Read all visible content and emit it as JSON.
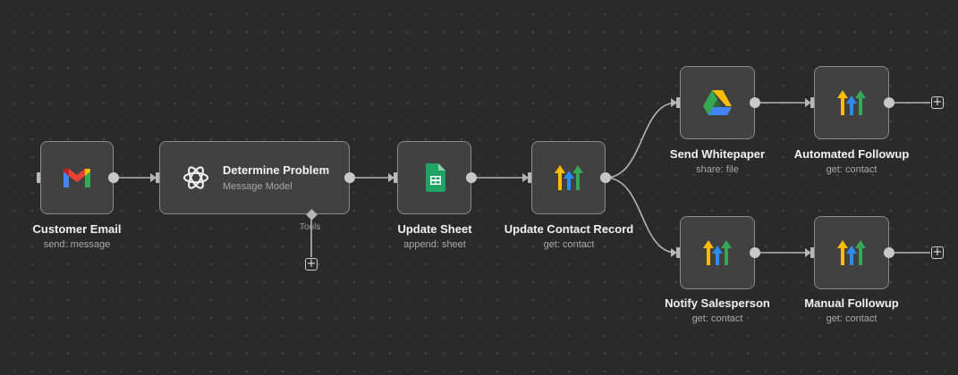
{
  "nodes": {
    "customer_email": {
      "title": "Customer Email",
      "subtitle": "send: message",
      "icon": "gmail-icon"
    },
    "determine_problem": {
      "title": "Determine Problem",
      "subtitle": "Message Model",
      "icon": "openai-icon"
    },
    "update_sheet": {
      "title": "Update Sheet",
      "subtitle": "append: sheet",
      "icon": "google-sheets-icon"
    },
    "update_contact": {
      "title": "Update Contact Record",
      "subtitle": "get: contact",
      "icon": "highlevel-icon"
    },
    "send_whitepaper": {
      "title": "Send Whitepaper",
      "subtitle": "share: file",
      "icon": "google-drive-icon"
    },
    "automated_followup": {
      "title": "Automated Followup",
      "subtitle": "get: contact",
      "icon": "highlevel-icon"
    },
    "notify_salesperson": {
      "title": "Notify Salesperson",
      "subtitle": "get: contact",
      "icon": "highlevel-icon"
    },
    "manual_followup": {
      "title": "Manual Followup",
      "subtitle": "get: contact",
      "icon": "highlevel-icon"
    }
  },
  "tools_label": "Tools",
  "plus_symbol": "+",
  "colors": {
    "canvas": "#2a2a2a",
    "node_bg": "#414141",
    "node_border": "#8a8a8a",
    "edge": "#b5b5b5",
    "gmail_red": "#ea4335",
    "sheets_green": "#1fa463",
    "hl_yellow": "#fbbc05",
    "hl_blue": "#2d8cf0",
    "hl_green": "#34a853"
  }
}
